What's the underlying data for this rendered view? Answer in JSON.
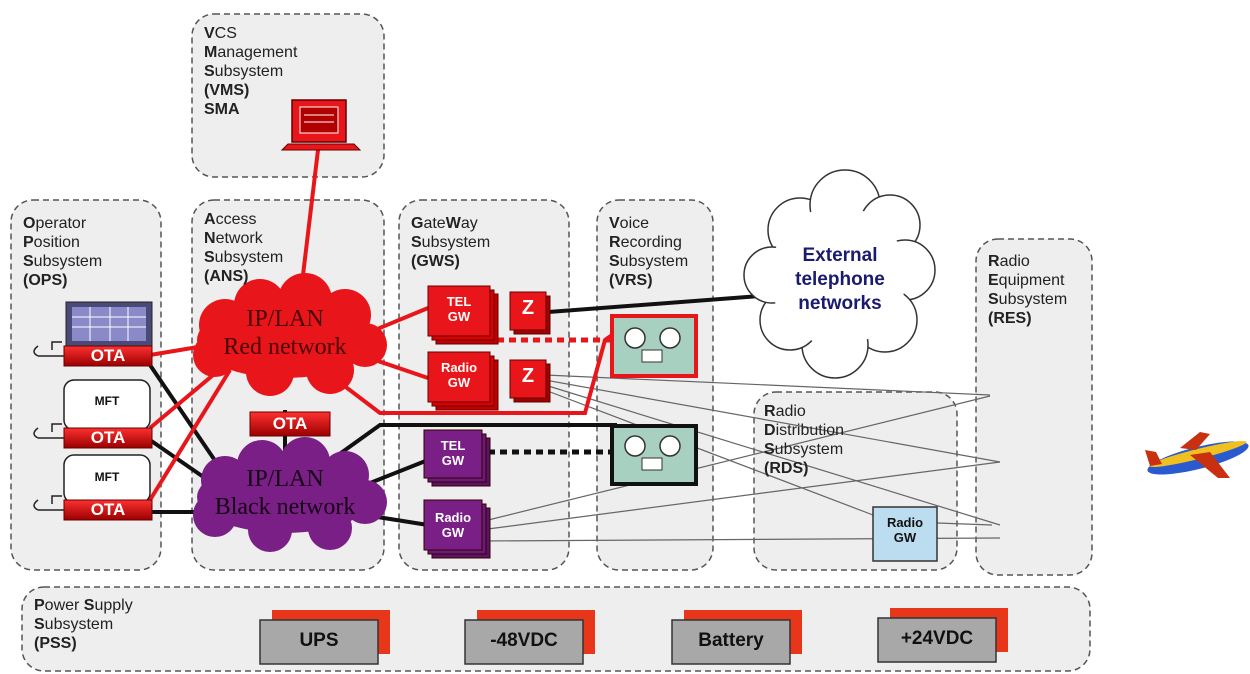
{
  "subsystems": {
    "vms": {
      "l1": "V",
      "r1": "CS",
      "l2": "M",
      "r2": "anagement",
      "l3": "S",
      "r3": "ubsystem",
      "code": "(VMS)",
      "extra": "SMA"
    },
    "ops": {
      "l1": "O",
      "r1": "perator",
      "l2": "P",
      "r2": "osition",
      "l3": "S",
      "r3": "ubsystem",
      "code": "(OPS)"
    },
    "ans": {
      "l1": "A",
      "r1": "ccess",
      "l2": "N",
      "r2": "etwork",
      "l3": "S",
      "r3": "ubsystem",
      "code": "(ANS)"
    },
    "gws": {
      "l1a": "G",
      "r1a": "ate",
      "l1b": "W",
      "r1b": "ay",
      "l2": "S",
      "r2": "ubsystem",
      "code": "(GWS)"
    },
    "vrs": {
      "l1": "V",
      "r1": "oice",
      "l2": "R",
      "r2": "ecording",
      "l3": "S",
      "r3": "ubsystem",
      "code": "(VRS)"
    },
    "rds": {
      "l1": "R",
      "r1": "adio",
      "l2": "D",
      "r2": "istribution",
      "l3": "S",
      "r3": "ubsystem",
      "code": "(RDS)"
    },
    "res": {
      "l1": "R",
      "r1": "adio",
      "l2": "E",
      "r2": "quipment",
      "l3": "S",
      "r3": "ubsystem",
      "code": "(RES)"
    },
    "pss": {
      "l1a": "P",
      "r1a": "ower ",
      "l1b": "S",
      "r1b": "upply",
      "l2": "S",
      "r2": "ubsystem",
      "code": "(PSS)"
    }
  },
  "networks": {
    "red": {
      "line1": "IP/LAN",
      "line2": "Red network"
    },
    "black": {
      "line1": "IP/LAN",
      "line2": "Black network"
    }
  },
  "devices": {
    "ota": "OTA",
    "mft": "MFT",
    "tel_gw": {
      "line1": "TEL",
      "line2": "GW"
    },
    "radio_gw": {
      "line1": "Radio",
      "line2": "GW"
    },
    "z": "Z"
  },
  "external": {
    "line1": "External",
    "line2": "telephone",
    "line3": "networks"
  },
  "power": {
    "ups": "UPS",
    "vdc48": "-48VDC",
    "battery": "Battery",
    "vdc24": "+24VDC"
  },
  "colors": {
    "red": "#e8161a",
    "darkred": "#b00000",
    "purple": "#7a1f86",
    "black": "#111111",
    "frame": "#eeeeee",
    "dash": "#555555"
  }
}
